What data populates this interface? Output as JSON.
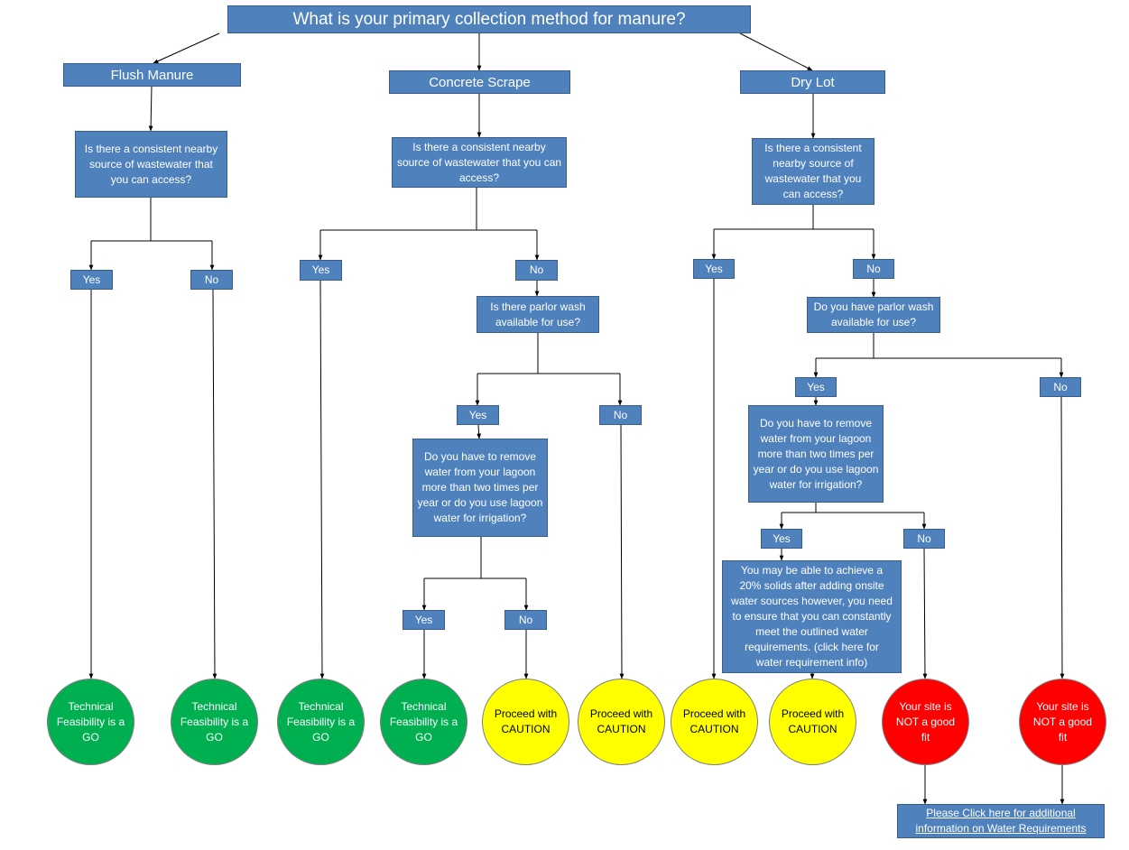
{
  "title": "What is your primary collection method for manure?",
  "methods": {
    "flush": "Flush Manure",
    "scrape": "Concrete Scrape",
    "drylot": "Dry Lot"
  },
  "questions": {
    "flush_wastewater": "Is there a consistent nearby source of wastewater that you can access?",
    "scrape_wastewater": "Is there a consistent  nearby source of wastewater that you can access?",
    "drylot_wastewater": "Is there  a consistent nearby source of wastewater that you can access?",
    "scrape_parlor": "Is there parlor wash available for use?",
    "drylot_parlor": "Do you have parlor wash available for use?",
    "scrape_lagoon": "Do you have to remove water from your lagoon more than two times per year or do you use lagoon water for irrigation?",
    "drylot_lagoon": "Do you have to remove water from your lagoon more than two times per year or do you use lagoon water for irrigation?"
  },
  "answers": {
    "yes": "Yes",
    "no": "No"
  },
  "note": "You may be able  to achieve a 20% solids  after adding onsite water sources however, you need to ensure that you can constantly meet the outlined water requirements. (click here for water requirement info)",
  "outcomes": {
    "go": "Technical Feasibility is a GO",
    "caution": "Proceed with CAUTION",
    "notfit": "Your site is NOT a good fit"
  },
  "link": "Please Click here for additional information on Water Requirements",
  "colors": {
    "box": "#4f81bd",
    "go": "#00b050",
    "caution": "#ffff00",
    "notfit": "#ff0000"
  }
}
